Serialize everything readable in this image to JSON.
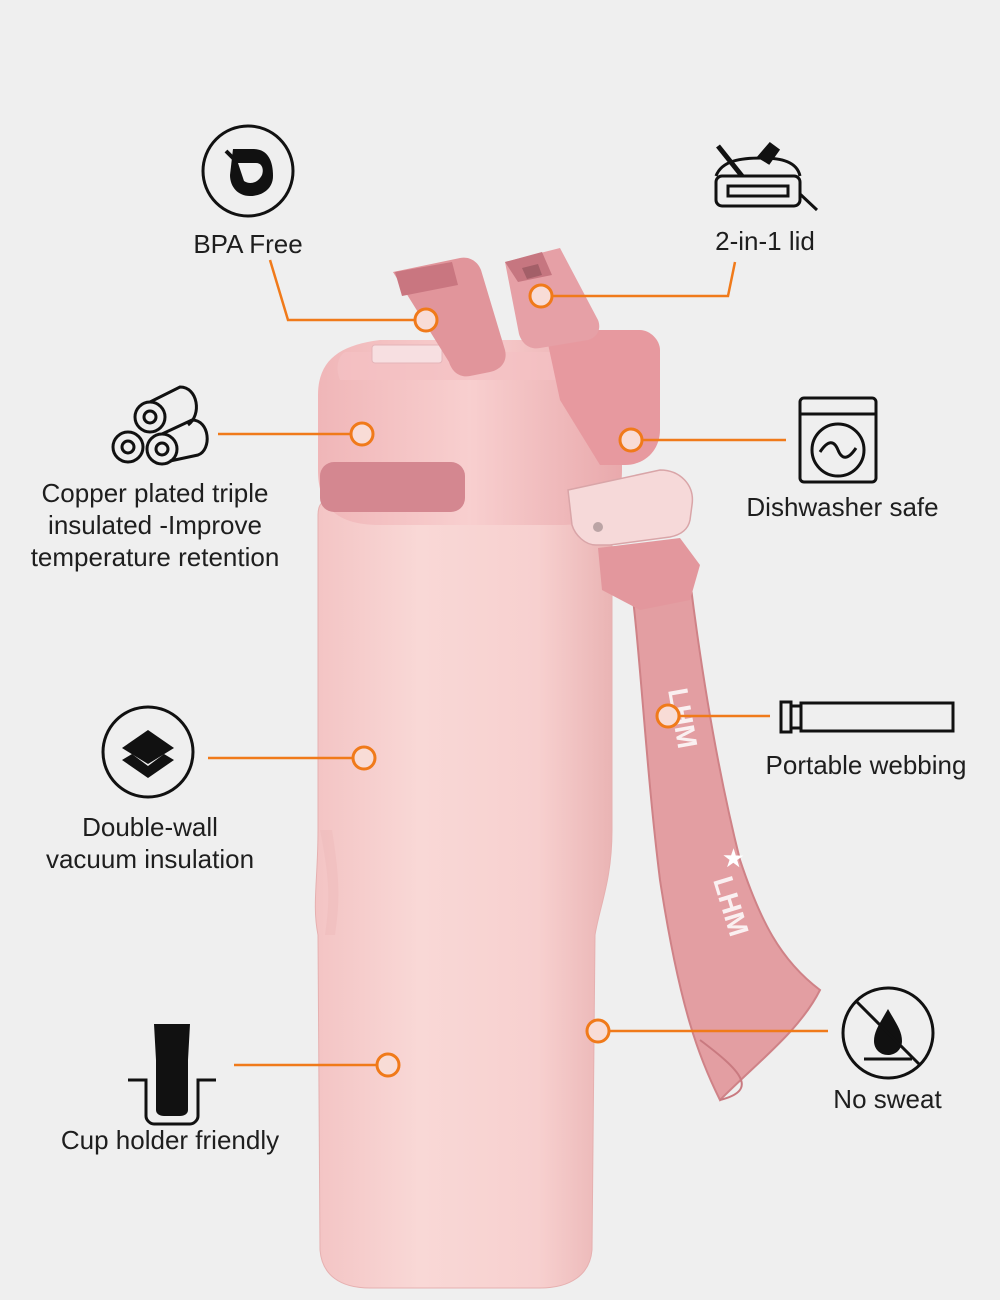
{
  "colors": {
    "background": "#efefef",
    "accent_orange": "#f07a1a",
    "bottle_pink": "#f6cfcf",
    "lid_pink": "#d98a92",
    "strap_pink": "#e09a9e",
    "icon_stroke": "#111111"
  },
  "features": [
    {
      "id": "bpa-free",
      "icon": "leaf-icon",
      "lines": [
        "BPA Free"
      ]
    },
    {
      "id": "two-in-one-lid",
      "icon": "lid-icon",
      "lines": [
        "2-in-1 lid"
      ]
    },
    {
      "id": "copper-plated",
      "icon": "triple-tube-icon",
      "lines": [
        "Copper plated triple",
        "insulated -Improve",
        "temperature retention"
      ]
    },
    {
      "id": "dishwasher-safe",
      "icon": "washing-machine-icon",
      "lines": [
        "Dishwasher safe"
      ]
    },
    {
      "id": "portable-webbing",
      "icon": "webbing-icon",
      "lines": [
        "Portable webbing"
      ]
    },
    {
      "id": "double-wall",
      "icon": "layers-icon",
      "lines": [
        "Double-wall",
        "vacuum insulation"
      ]
    },
    {
      "id": "cup-holder",
      "icon": "cup-holder-icon",
      "lines": [
        "Cup holder friendly"
      ]
    },
    {
      "id": "no-sweat",
      "icon": "no-water-drop-icon",
      "lines": [
        "No sweat"
      ]
    }
  ],
  "strap_print": "LHM"
}
